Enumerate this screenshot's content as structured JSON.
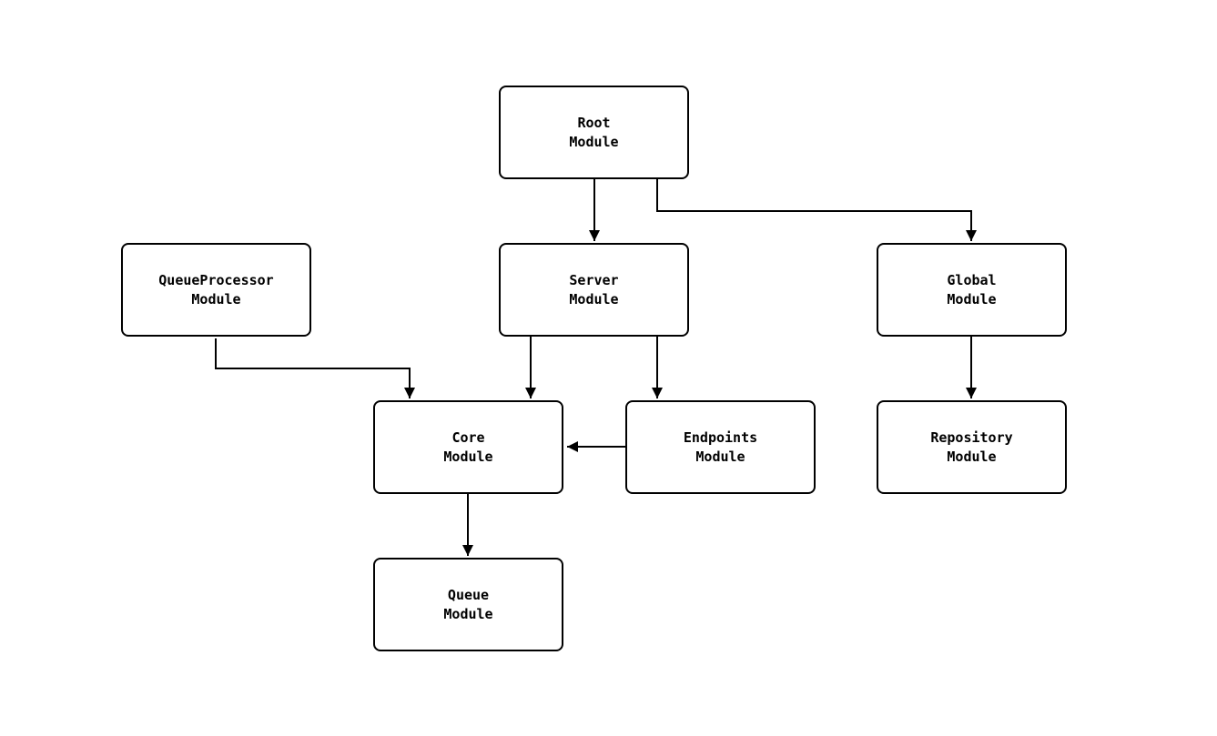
{
  "diagram": {
    "type": "module-dependency-graph",
    "nodes": {
      "root": {
        "line1": "Root",
        "line2": "Module"
      },
      "server": {
        "line1": "Server",
        "line2": "Module"
      },
      "queueProcessor": {
        "line1": "QueueProcessor",
        "line2": "Module"
      },
      "global": {
        "line1": "Global",
        "line2": "Module"
      },
      "core": {
        "line1": "Core",
        "line2": "Module"
      },
      "endpoints": {
        "line1": "Endpoints",
        "line2": "Module"
      },
      "repository": {
        "line1": "Repository",
        "line2": "Module"
      },
      "queue": {
        "line1": "Queue",
        "line2": "Module"
      }
    },
    "edges": [
      {
        "from": "root",
        "to": "server"
      },
      {
        "from": "root",
        "to": "global"
      },
      {
        "from": "queueProcessor",
        "to": "core"
      },
      {
        "from": "server",
        "to": "core"
      },
      {
        "from": "server",
        "to": "endpoints"
      },
      {
        "from": "endpoints",
        "to": "core"
      },
      {
        "from": "global",
        "to": "repository"
      },
      {
        "from": "core",
        "to": "queue"
      }
    ],
    "colors": {
      "node_border": "#000000",
      "node_fill": "#ffffff",
      "edge": "#000000",
      "text": "#000000",
      "background": "#ffffff"
    }
  }
}
